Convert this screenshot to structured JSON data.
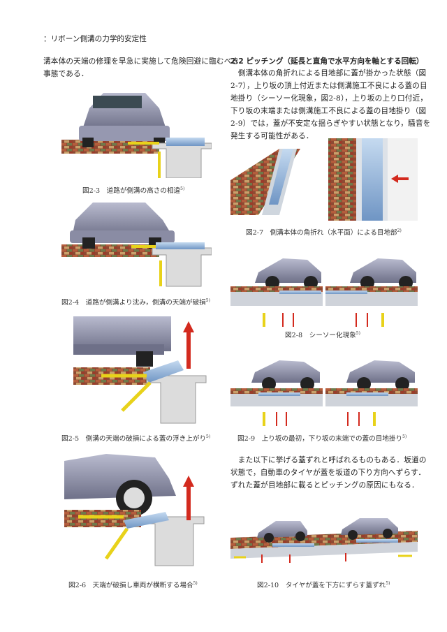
{
  "running_header": "：リボーン側溝の力学的安定性",
  "left_paragraph": [
    "溝本体の天端の修理を早急に実施して危険回避に臨むべき",
    "事態である．"
  ],
  "section": {
    "heading": "2.2 ピッチング（延長と直角で水平方向を軸とする回転）",
    "paragraph1": [
      "　側溝本体の角折れによる目地部に蓋が掛かった状態（図",
      "2-7），上り坂の頂上付近または側溝施工不良による蓋の目",
      "地掛り（シーソー化現象，図2-8），上り坂の上り口付近，",
      "下り坂の末端または側溝施工不良による蓋の目地掛り（図",
      "2-9）では，蓋が不安定な揺らぎやすい状態となり，騒音を",
      "発生する可能性がある．"
    ],
    "paragraph2": [
      "　また以下に挙げる蓋ずれと呼ばれるものもある．坂道の",
      "状態で，自動車のタイヤが蓋を坂道の下り方向へずらす．",
      "ずれた蓋が目地部に載るとピッチングの原因にもなる．"
    ]
  },
  "figures": [
    {
      "id": "fig2-3",
      "label": "図2-3",
      "caption": "道路が側溝の高さの相違",
      "ref": "5)"
    },
    {
      "id": "fig2-4",
      "label": "図2-4",
      "caption": "道路が側溝より沈み，側溝の天端が破損",
      "ref": "5)"
    },
    {
      "id": "fig2-5",
      "label": "図2-5",
      "caption": "側溝の天端の破損による蓋の浮き上がり",
      "ref": "5)"
    },
    {
      "id": "fig2-6",
      "label": "図2-6",
      "caption": "天端が破損し車両が横断する場合",
      "ref": "5)"
    },
    {
      "id": "fig2-7",
      "label": "図2-7",
      "caption": "側溝本体の角折れ（水平面）による目地部",
      "ref": "2)"
    },
    {
      "id": "fig2-8",
      "label": "図2-8",
      "caption": "シーソー化現象",
      "ref": "5)"
    },
    {
      "id": "fig2-9",
      "label": "図2-9",
      "caption": "上り坂の最初，下り坂の末端での蓋の目地掛り",
      "ref": "5)"
    },
    {
      "id": "fig2-10",
      "label": "図2-10",
      "caption": "タイヤが蓋を下方にずらす蓋ずれ",
      "ref": "5)"
    }
  ],
  "colors": {
    "brick": "#a0523a",
    "gutter": "#d8d8d8",
    "lid": "#8fb3dc",
    "car": "#8c8ea8",
    "arrow_yellow": "#e8d21a",
    "arrow_red": "#d32a1e"
  }
}
